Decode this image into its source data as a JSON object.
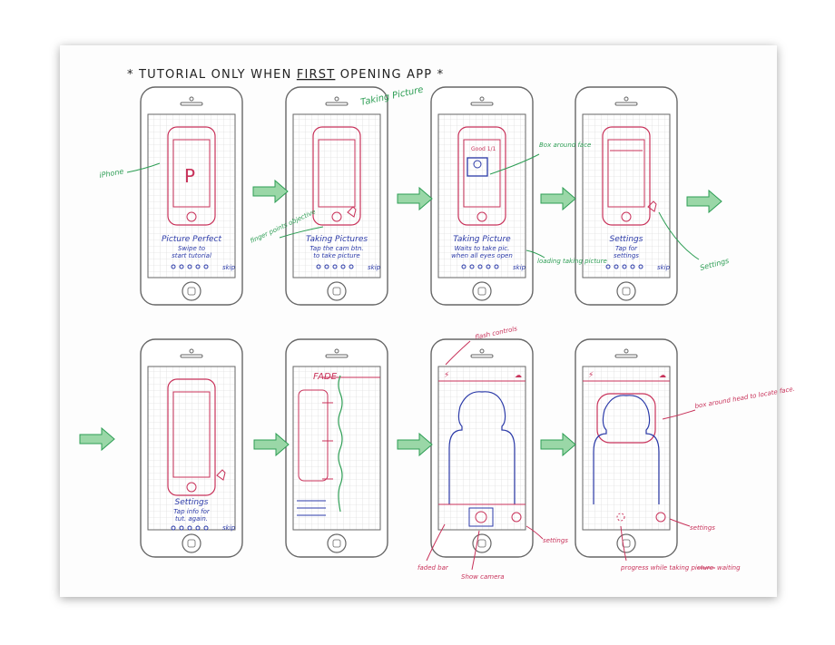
{
  "page": {
    "title": "* TUTORIAL ONLY WHEN FIRST OPENING APP *",
    "title_pre": "* TUTORIAL ONLY WHEN ",
    "title_em": "FIRST",
    "title_post": " OPENING APP *"
  },
  "colors": {
    "pencil": "#666666",
    "red": "#c8325a",
    "blue": "#2b3aa8",
    "green": "#2e9e55",
    "dark": "#222222"
  },
  "screens": [
    {
      "id": "s1",
      "caption": "Picture Perfect",
      "sub": "Swipe to start tutorial",
      "skip": "skip"
    },
    {
      "id": "s2",
      "caption": "Taking Pictures",
      "sub": "Tap the cam btn. to take picture",
      "skip": "skip"
    },
    {
      "id": "s3",
      "caption": "Taking Picture",
      "sub": "Waits to take pic. when all eyes open",
      "skip": "skip"
    },
    {
      "id": "s4",
      "caption": "Settings",
      "sub": "Tap for settings",
      "skip": "skip"
    },
    {
      "id": "s5",
      "caption": "Settings",
      "sub": "Tap info for tut. again.",
      "skip": "skip"
    },
    {
      "id": "s6",
      "caption": "FADE"
    },
    {
      "id": "s7"
    },
    {
      "id": "s8"
    }
  ],
  "notes": {
    "taking_picture_top": "Taking Picture",
    "iphone": "iPhone",
    "finger": "finger points objective",
    "box_around_face": "Box around face",
    "loading": "loading taking picture",
    "settings_row1": "Settings",
    "flash": "flash controls",
    "faded_bar": "faded bar",
    "show_camera": "Show camera",
    "settings_s7": "settings",
    "box_head": "box around head to locate face.",
    "settings_s8": "settings",
    "progress": "progress while taking picture",
    "waiting": "waiting",
    "counter": "Good 1/1"
  }
}
